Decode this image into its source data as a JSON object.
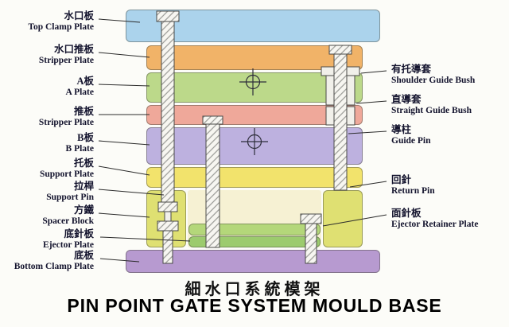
{
  "titles": {
    "cn": "細水口系統模架",
    "en": "PIN POINT GATE SYSTEM MOULD BASE"
  },
  "labels_left": [
    {
      "cn": "水口板",
      "en": "Top Clamp Plate"
    },
    {
      "cn": "水口推板",
      "en": "Stripper Plate"
    },
    {
      "cn": "A板",
      "en": "A Plate"
    },
    {
      "cn": "推板",
      "en": "Stripper Plate"
    },
    {
      "cn": "B板",
      "en": "B Plate"
    },
    {
      "cn": "托板",
      "en": "Support Plate"
    },
    {
      "cn": "拉桿",
      "en": "Support Pin"
    },
    {
      "cn": "方鐵",
      "en": "Spacer Block"
    },
    {
      "cn": "底針板",
      "en": "Ejector Plate"
    },
    {
      "cn": "底板",
      "en": "Bottom Clamp Plate"
    }
  ],
  "labels_right": [
    {
      "cn": "有托導套",
      "en": "Shoulder Guide Bush"
    },
    {
      "cn": "直導套",
      "en": "Straight Guide Bush"
    },
    {
      "cn": "導柱",
      "en": "Guide Pin"
    },
    {
      "cn": "回針",
      "en": "Return Pin"
    },
    {
      "cn": "面針板",
      "en": "Ejector Retainer Plate"
    }
  ],
  "colors": {
    "top_clamp_plate": "#abd3ec",
    "stripper_plate_upper": "#f1b368",
    "a_plate": "#bcd98a",
    "stripper_plate": "#efa89a",
    "b_plate": "#bdb1df",
    "support_plate": "#f2e36c",
    "spacer_block": "#dfe072",
    "cavity_space": "#f6f1d3",
    "ejector_retainer_plate": "#b4d77a",
    "ejector_plate": "#9ccb6e",
    "bottom_clamp_plate": "#b79ad0",
    "label_text": "#14142e",
    "line_ink": "#2b2b2b"
  }
}
